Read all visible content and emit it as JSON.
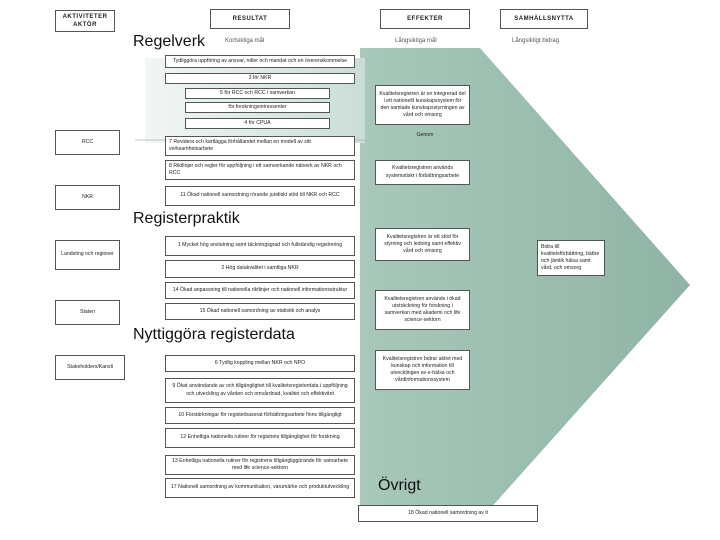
{
  "headers": {
    "activities": "AKTIVITETER AKTÖR",
    "result": "RESULTAT",
    "effects": "EFFEKTER",
    "societal": "SAMHÄLLSNYTTA"
  },
  "subheaders": {
    "short_term": "Kortsiktiga mål",
    "long_term": "Långsiktiga mål",
    "contribution": "Långsiktigt bidrag"
  },
  "sections": {
    "regelverk": "Regelverk",
    "registerpraktik": "Registerpraktik",
    "nyttiggora": "Nyttiggöra registerdata",
    "ovrigt": "Övrigt"
  },
  "actors": {
    "rcc": "RCC",
    "nkr": "NKR",
    "landsting": "Landsting och regioner",
    "staten": "Staten",
    "stakeholders": "Stakeholders/Kansli"
  },
  "activities": {
    "a_top": "Tydliggöra uppföring av ansvar, roller och mandat och en överenskommelse",
    "a3": "3 för NKR",
    "a5": "5 för RCC och RCC i samverkan",
    "a_forsk": "för forskningsintressenter",
    "a4": "4 för CPUA",
    "a7": "7 Revidera och kartlägga förhållandet mellan en modell av sitt verksamhetsarbete",
    "a8": "8 Riktlinjer och regler för uppföljning i ett samverkande nätverk av NKR och RCC",
    "a11": "11 Ökad nationell samordning rörande juridiskt stöd till NKR och RCC",
    "a1": "1 Mycket hög anslutning samt täckningsgrad och fullständig registrering",
    "a2": "2 Hög datakvalitet i samtliga NKR",
    "a14": "14 Ökad anpassning till nationella riktlinjer och nationell informationsstruktur",
    "a15": "15 Ökad nationell samordning av statistik och analys",
    "a6": "6 Tydlig koppling mellan NKR och NPO",
    "a9": "9 Ökat användande av och tillgänglighet till kvalitetsregisterdata i uppföljning och utveckling av vården och omvårdnad, kvalitet och effektivitet",
    "a10": "10 Förstärkningar för registerbaserat förbättringsarbete finns tillgängligt",
    "a12": "12 Enhetliga nationella rutiner för registrets tillgänglighet för forskning",
    "a13": "13 Enhetliga nationella rutiner för registrens tillgängliggörande för samarbete med life science-sektorn",
    "a17": "17 Nationell samordning av kommunikation, varumärke och produktutveckling",
    "a18": "18 Ökad nationell samordning av it"
  },
  "effects": {
    "e1": "Kvalitetsregistren är en integrerad del i ett nationellt kunskapssystem för den samlade kunskapsstyrningen av vård och omsorg",
    "e_gaps": "Genom",
    "e2": "Kvalitetsregistren används systematiskt i förbättringsarbete",
    "e3": "Kvalitetsregistren är ett stöd för styrning och ledning samt effektiv vård och omsorg",
    "e4": "Kvalitetsregistren används i ökad utsträckning för forskning i samverkan med akademi och life science-sektorn",
    "e5": "Kvalitetsregistren bidrar aktivt med kunskap och information till utvecklingen av e-hälsa och vårdinformationssystem"
  },
  "societal": {
    "s1": "Bidra till kvalitetsförbättring, bättre och jämlik hälsa samt vård, och omsorg"
  },
  "colors": {
    "arrow_fill": "#9bbfb0",
    "band_fill": "#d6e6e0",
    "text": "#222222"
  }
}
